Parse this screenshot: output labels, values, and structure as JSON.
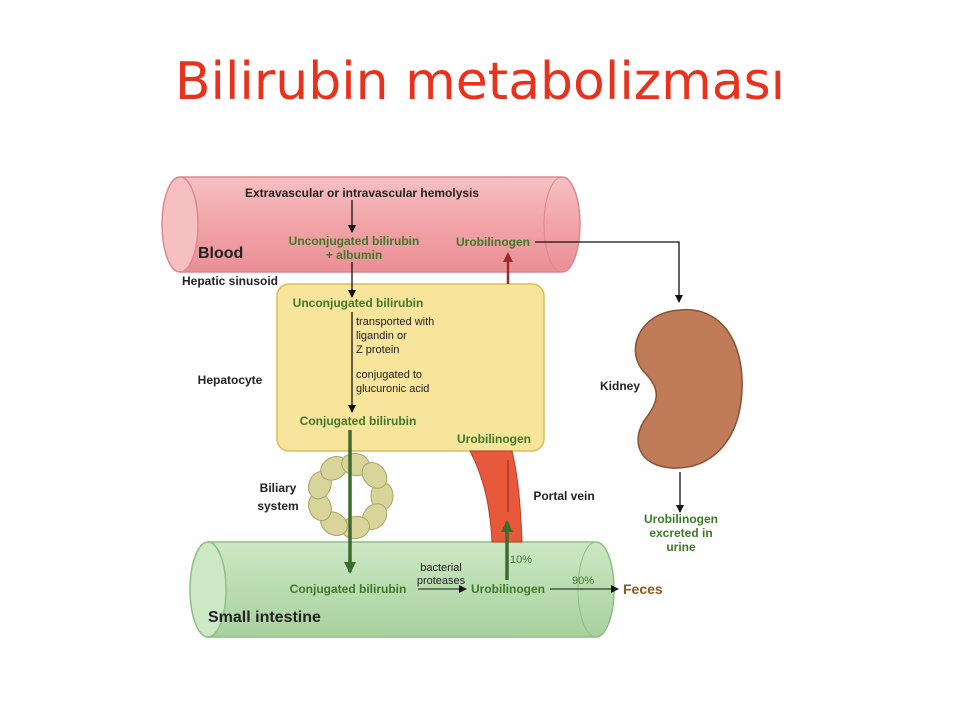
{
  "title": "Bilirubin metabolizması",
  "blood": {
    "label": "Blood",
    "hemolysis": "Extravascular or intravascular hemolysis",
    "unconj_line1": "Unconjugated bilirubin",
    "unconj_line2": "+ albumin",
    "urobilinogen": "Urobilinogen"
  },
  "hepatic_sinusoid": "Hepatic sinusoid",
  "hepatocyte": {
    "label": "Hepatocyte",
    "unconjugated": "Unconjugated bilirubin",
    "transport_line1": "transported with",
    "transport_line2": "ligandin or",
    "transport_line3": "Z protein",
    "conj_line1": "conjugated to",
    "conj_line2": "glucuronic acid",
    "conjugated": "Conjugated bilirubin",
    "urobilinogen": "Urobilinogen"
  },
  "biliary": {
    "line1": "Biliary",
    "line2": "system"
  },
  "portal_vein": "Portal vein",
  "kidney": {
    "label": "Kidney",
    "excreted_line1": "Urobilinogen",
    "excreted_line2": "excreted in",
    "excreted_line3": "urine"
  },
  "intestine": {
    "label": "Small intestine",
    "conjugated": "Conjugated bilirubin",
    "bacterial_line1": "bacterial",
    "bacterial_line2": "proteases",
    "urobilinogen": "Urobilinogen",
    "pct_10": "10%",
    "pct_90": "90%",
    "feces": "Feces"
  },
  "colors": {
    "title": "#e8321e",
    "blood": "#f2a4a8",
    "hepatocyte": "#f8e49a",
    "intestine": "#b9dcb0",
    "kidney": "#c07c58",
    "portal_vein": "#e8583a",
    "biliary": "#d8d49a",
    "green_text": "#3d7a28"
  }
}
